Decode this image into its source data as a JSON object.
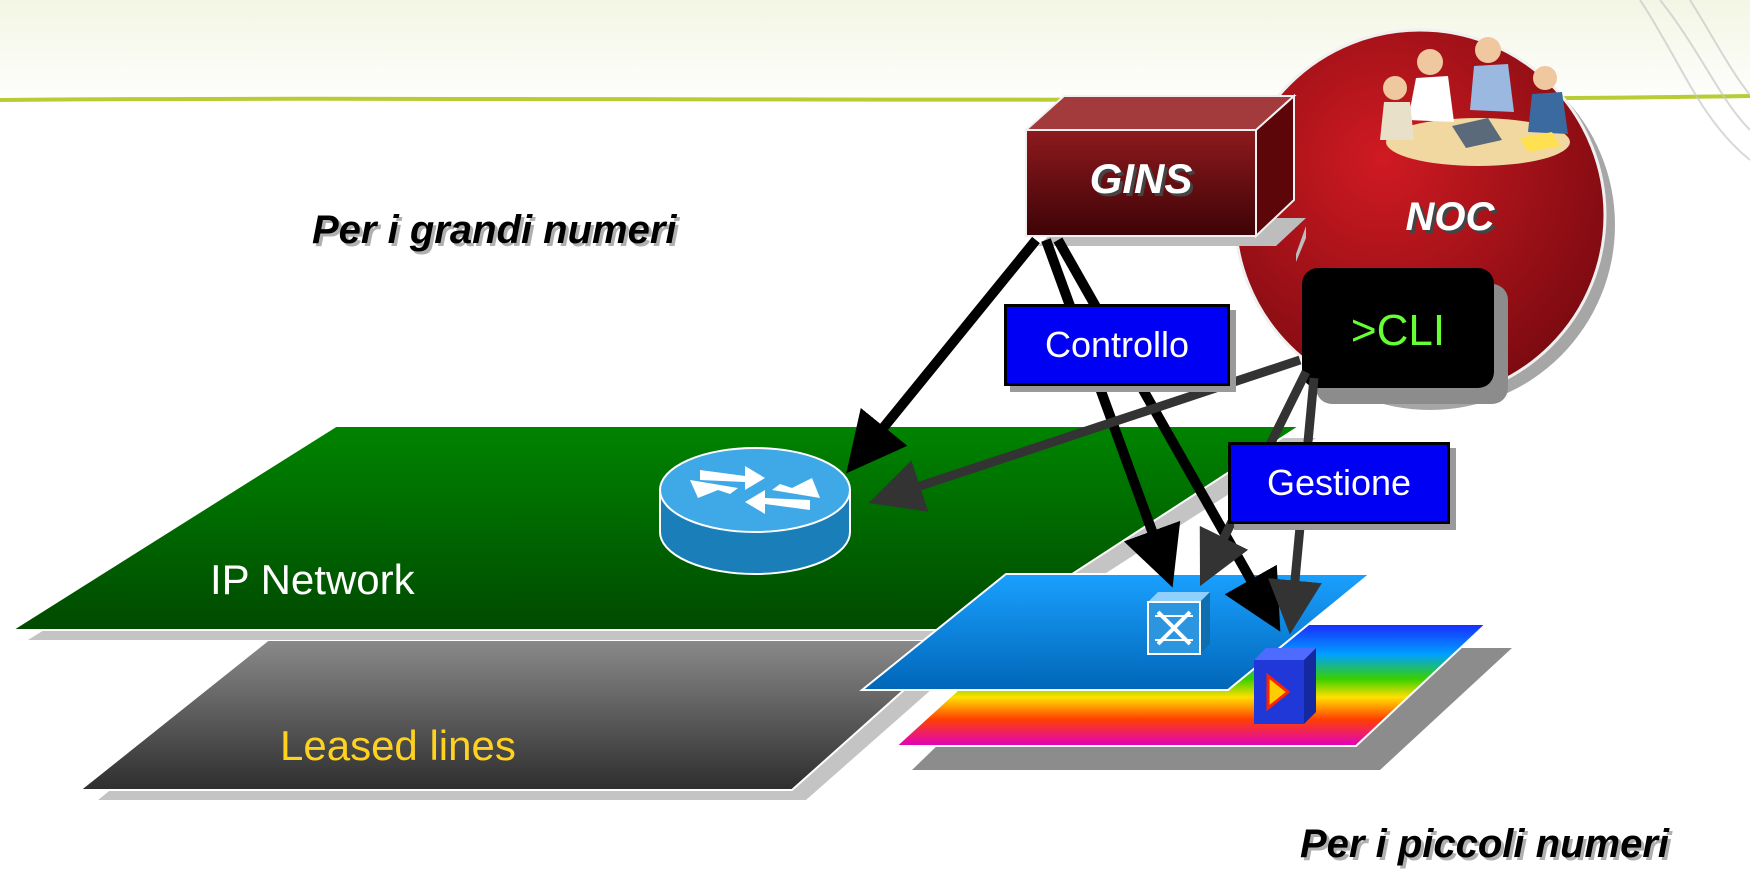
{
  "captions": {
    "top_left": "Per i grandi numeri",
    "bottom_right": "Per i piccoli numeri"
  },
  "boxes": {
    "gins": "GINS",
    "noc": "NOC",
    "cli": ">CLI"
  },
  "labels": {
    "controllo": "Controllo",
    "gestione": "Gestione"
  },
  "layers": {
    "ip_network": "IP Network",
    "leased_lines": "Leased lines"
  },
  "icons": [
    "router-icon",
    "switch-icon",
    "optical-device-icon",
    "people-clipart-icon"
  ],
  "colors": {
    "ip_network": "#006b00",
    "leased_lines": "#555555",
    "gins": "#7a0e12",
    "noc": "#b01018",
    "cli_text": "#66ff33",
    "label_box": "#0000f5",
    "leased_text": "#ffd21f"
  }
}
